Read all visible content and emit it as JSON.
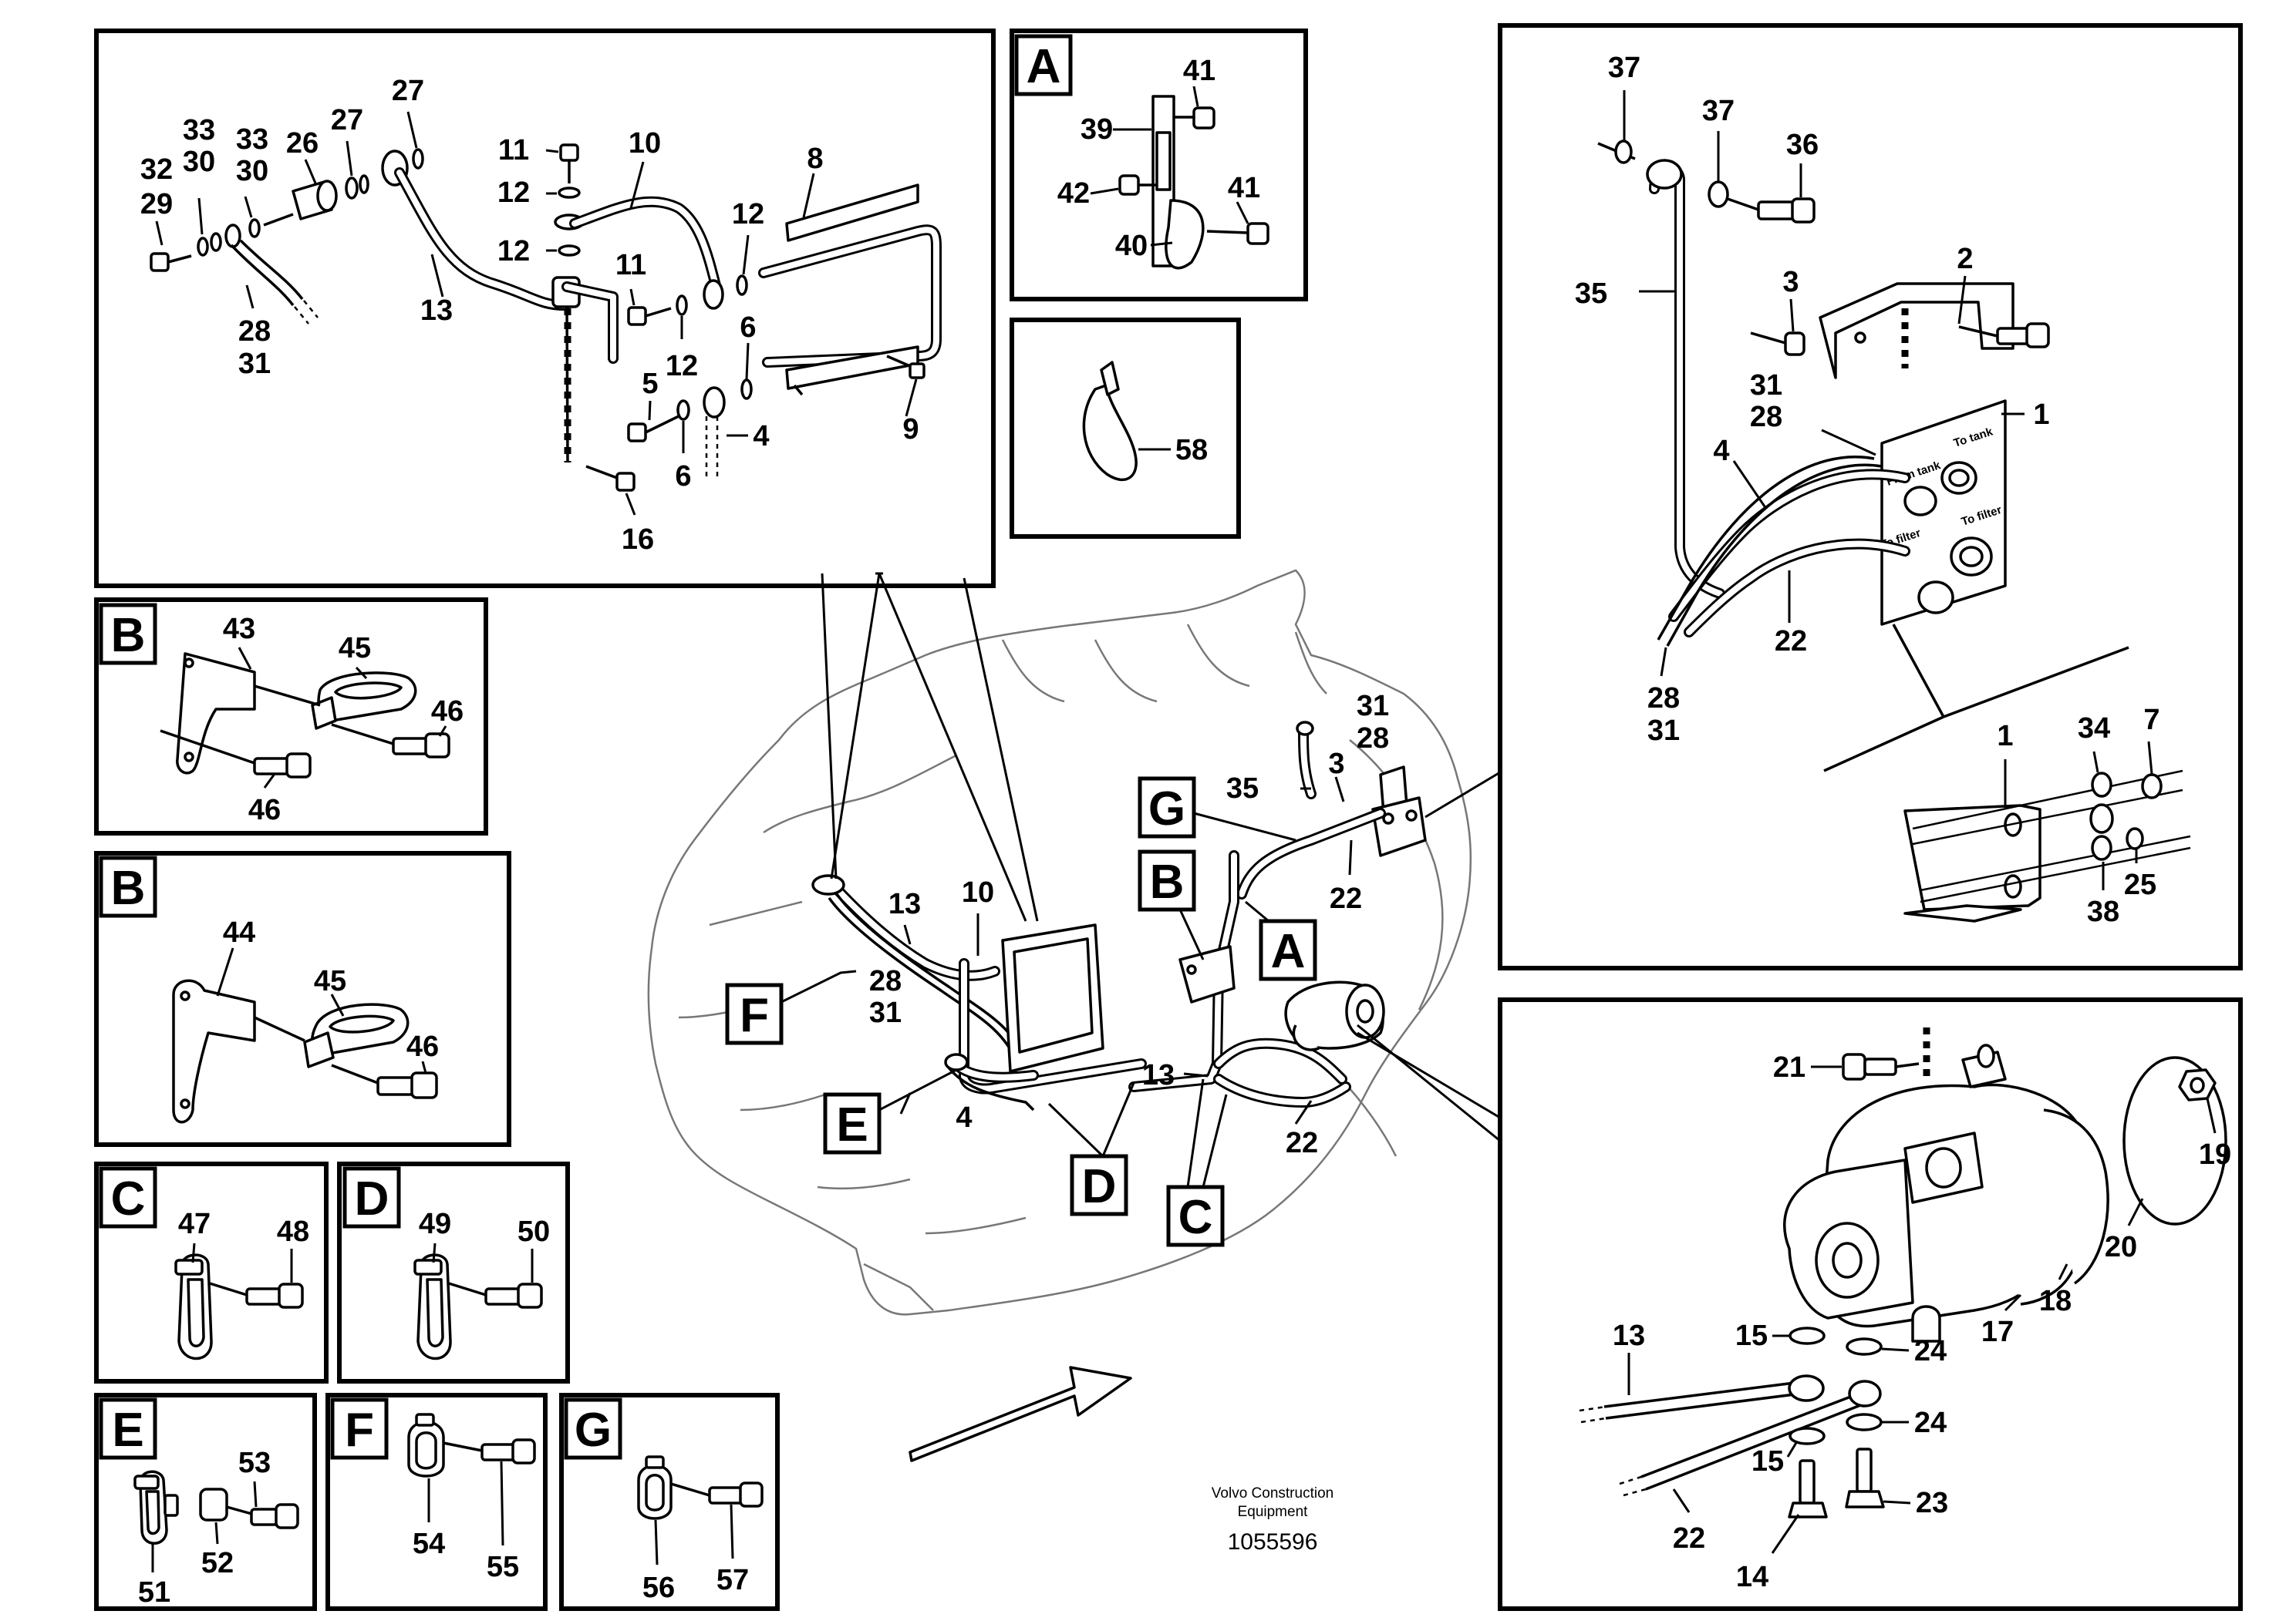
{
  "section_letters": {
    "A": "A",
    "B": "B",
    "C": "C",
    "D": "D",
    "E": "E",
    "F": "F",
    "G": "G"
  },
  "detail_top": {
    "n32": "32",
    "n29": "29",
    "n33a": "33",
    "n30a": "30",
    "n33b": "33",
    "n30b": "30",
    "n26": "26",
    "n27a": "27",
    "n27b": "27",
    "n28": "28",
    "n31": "31",
    "n13": "13",
    "n11a": "11",
    "n12a": "12",
    "n12b": "12",
    "n10": "10",
    "n11b": "11",
    "n12c": "12",
    "n12d": "12",
    "n8": "8",
    "n6a": "6",
    "n5": "5",
    "n6b": "6",
    "n4": "4",
    "n9": "9",
    "n16": "16"
  },
  "detail_a": {
    "n41a": "41",
    "n39": "39",
    "n42": "42",
    "n41b": "41",
    "n40": "40"
  },
  "detail_58": {
    "n58": "58"
  },
  "detail_b1": {
    "n43": "43",
    "n45": "45",
    "n46a": "46",
    "n46b": "46"
  },
  "detail_b2": {
    "n44": "44",
    "n45": "45",
    "n46": "46"
  },
  "detail_c": {
    "n47": "47",
    "n48": "48"
  },
  "detail_d": {
    "n49": "49",
    "n50": "50"
  },
  "detail_e": {
    "n53": "53",
    "n52": "52",
    "n51": "51"
  },
  "detail_f": {
    "n54": "54",
    "n55": "55"
  },
  "detail_g": {
    "n56": "56",
    "n57": "57"
  },
  "detail_right": {
    "n37a": "37",
    "n37b": "37",
    "n36": "36",
    "n35": "35",
    "n3": "3",
    "n2": "2",
    "n31": "31",
    "n28": "28",
    "n1a": "1",
    "n4": "4",
    "n22": "22",
    "n28b": "28",
    "n31b": "31",
    "n1b": "1",
    "n34": "34",
    "n7": "7",
    "n38": "38",
    "n25": "25",
    "port_from_tank": "From tank",
    "port_to_tank": "To tank",
    "port_to_filter_a": "To filter",
    "port_to_filter_b": "To filter"
  },
  "main_view": {
    "n31": "31",
    "n28": "28",
    "n35": "35",
    "n3": "3",
    "n22a": "22",
    "n13a": "13",
    "n10": "10",
    "n28b": "28",
    "n31b": "31",
    "n4": "4",
    "n13b": "13",
    "n22b": "22"
  },
  "detail_pump": {
    "n21": "21",
    "n19": "19",
    "n20": "20",
    "n18": "18",
    "n17": "17",
    "n13": "13",
    "n15a": "15",
    "n24a": "24",
    "n24b": "24",
    "n15b": "15",
    "n22": "22",
    "n14": "14",
    "n23": "23"
  },
  "footer": {
    "company_line1": "Volvo Construction",
    "company_line2": "Equipment",
    "document_number": "1055596"
  }
}
